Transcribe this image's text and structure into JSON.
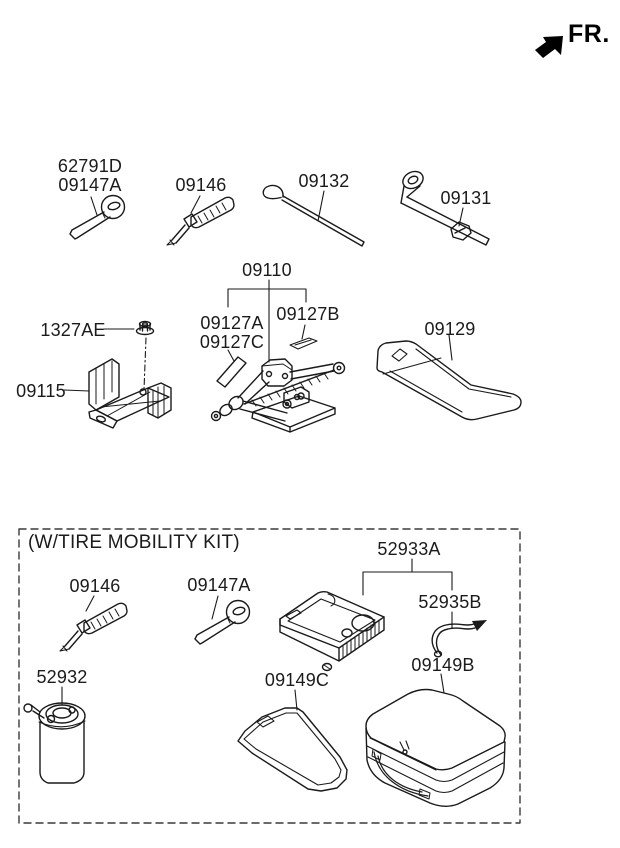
{
  "header": {
    "direction_label": "FR."
  },
  "main_section": {
    "labels": [
      {
        "part": "62791D"
      },
      {
        "part": "09147A"
      },
      {
        "part": "09146"
      },
      {
        "part": "09132"
      },
      {
        "part": "09131"
      },
      {
        "part": "09110"
      },
      {
        "part": "09127A"
      },
      {
        "part": "09127C"
      },
      {
        "part": "09127B"
      },
      {
        "part": "1327AE"
      },
      {
        "part": "09115"
      },
      {
        "part": "09129"
      }
    ]
  },
  "kit_section": {
    "title": "(W/TIRE MOBILITY KIT)",
    "labels": [
      {
        "part": "09146"
      },
      {
        "part": "09147A"
      },
      {
        "part": "52933A"
      },
      {
        "part": "52935B"
      },
      {
        "part": "52932"
      },
      {
        "part": "09149C"
      },
      {
        "part": "09149B"
      }
    ]
  },
  "icons": {
    "direction_arrow": "fr-direction-arrow-icon",
    "tow_hook": "tow-hook-icon",
    "screwdriver": "screwdriver-icon",
    "jack_handle": "jack-handle-icon",
    "wheel_nut_wrench": "wheel-nut-wrench-icon",
    "scissor_jack": "scissor-jack-icon",
    "caution_label": "caution-label-icon",
    "jack_pad": "jack-pad-icon",
    "flange_nut": "flange-nut-icon",
    "jack_bracket": "jack-bracket-icon",
    "tool_bag": "tool-bag-icon",
    "tire_compressor": "tire-compressor-icon",
    "sealant_hose": "sealant-hose-icon",
    "sealant_bottle": "sealant-bottle-icon",
    "tool_pouch": "tool-pouch-icon",
    "tool_case": "tool-case-icon"
  },
  "colors": {
    "line": "#1a1a1a",
    "background": "#ffffff",
    "dashed_border": "#3a3a3a"
  }
}
